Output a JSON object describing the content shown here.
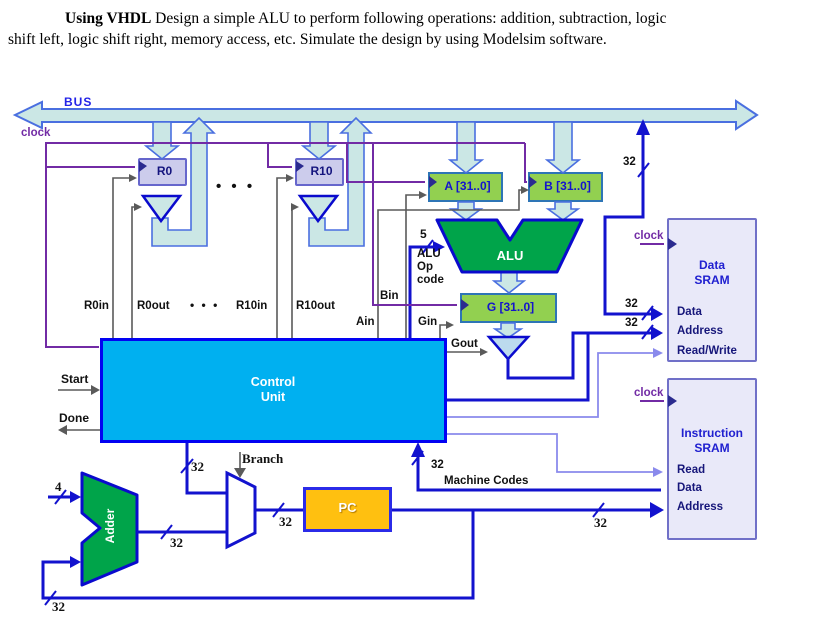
{
  "title": {
    "bold": "Using VHDL",
    "line1_rest": "  Design a simple ALU to perform following operations: addition, subtraction, logic",
    "line2": "shift left, logic shift right, memory access, etc. Simulate the design by using Modelsim software."
  },
  "bus": {
    "label": "BUS"
  },
  "clock_label": "clock",
  "registers": {
    "r0": "R0",
    "r10": "R10",
    "a": "A [31..0]",
    "b": "B [31..0]",
    "g": "G [31..0]"
  },
  "alu": {
    "label": "ALU",
    "opcode_label": "ALU Op code"
  },
  "adder": {
    "label": "Adder"
  },
  "pc": {
    "label": "PC"
  },
  "control_unit": {
    "label": "Control Unit",
    "signals": {
      "r0in": "R0in",
      "r0out": "R0out",
      "r10in": "R10in",
      "r10out": "R10out",
      "ain": "Ain",
      "bin": "Bin",
      "gin": "Gin",
      "gout": "Gout",
      "start": "Start",
      "done": "Done",
      "branch": "Branch",
      "machine_codes": "Machine Codes"
    }
  },
  "memories": {
    "data_sram": {
      "title": "Data SRAM",
      "ports": {
        "data": "Data",
        "address": "Address",
        "read_write": "Read/Write"
      }
    },
    "instruction_sram": {
      "title": "Instruction SRAM",
      "ports": {
        "read": "Read",
        "data": "Data",
        "address": "Address"
      }
    }
  },
  "widths": {
    "w32": "32",
    "w4": "4",
    "w5": "5"
  },
  "dots": "• • •",
  "colors": {
    "bus_fill": "#CBE7E5",
    "bus_stroke": "#4A6FE0",
    "alu_green": "#00A44A",
    "register_green": "#92D050",
    "control_cyan": "#00B0F0",
    "register_lavender": "#CCCCEC",
    "sram_fill": "#E9E9F9",
    "pc_orange": "#FFC010",
    "bold_line_blue": "#1212CE",
    "thin_line_blue": "#8A8AEC",
    "control_gray": "#5A5A5A",
    "clock_purple": "#722BA5"
  }
}
